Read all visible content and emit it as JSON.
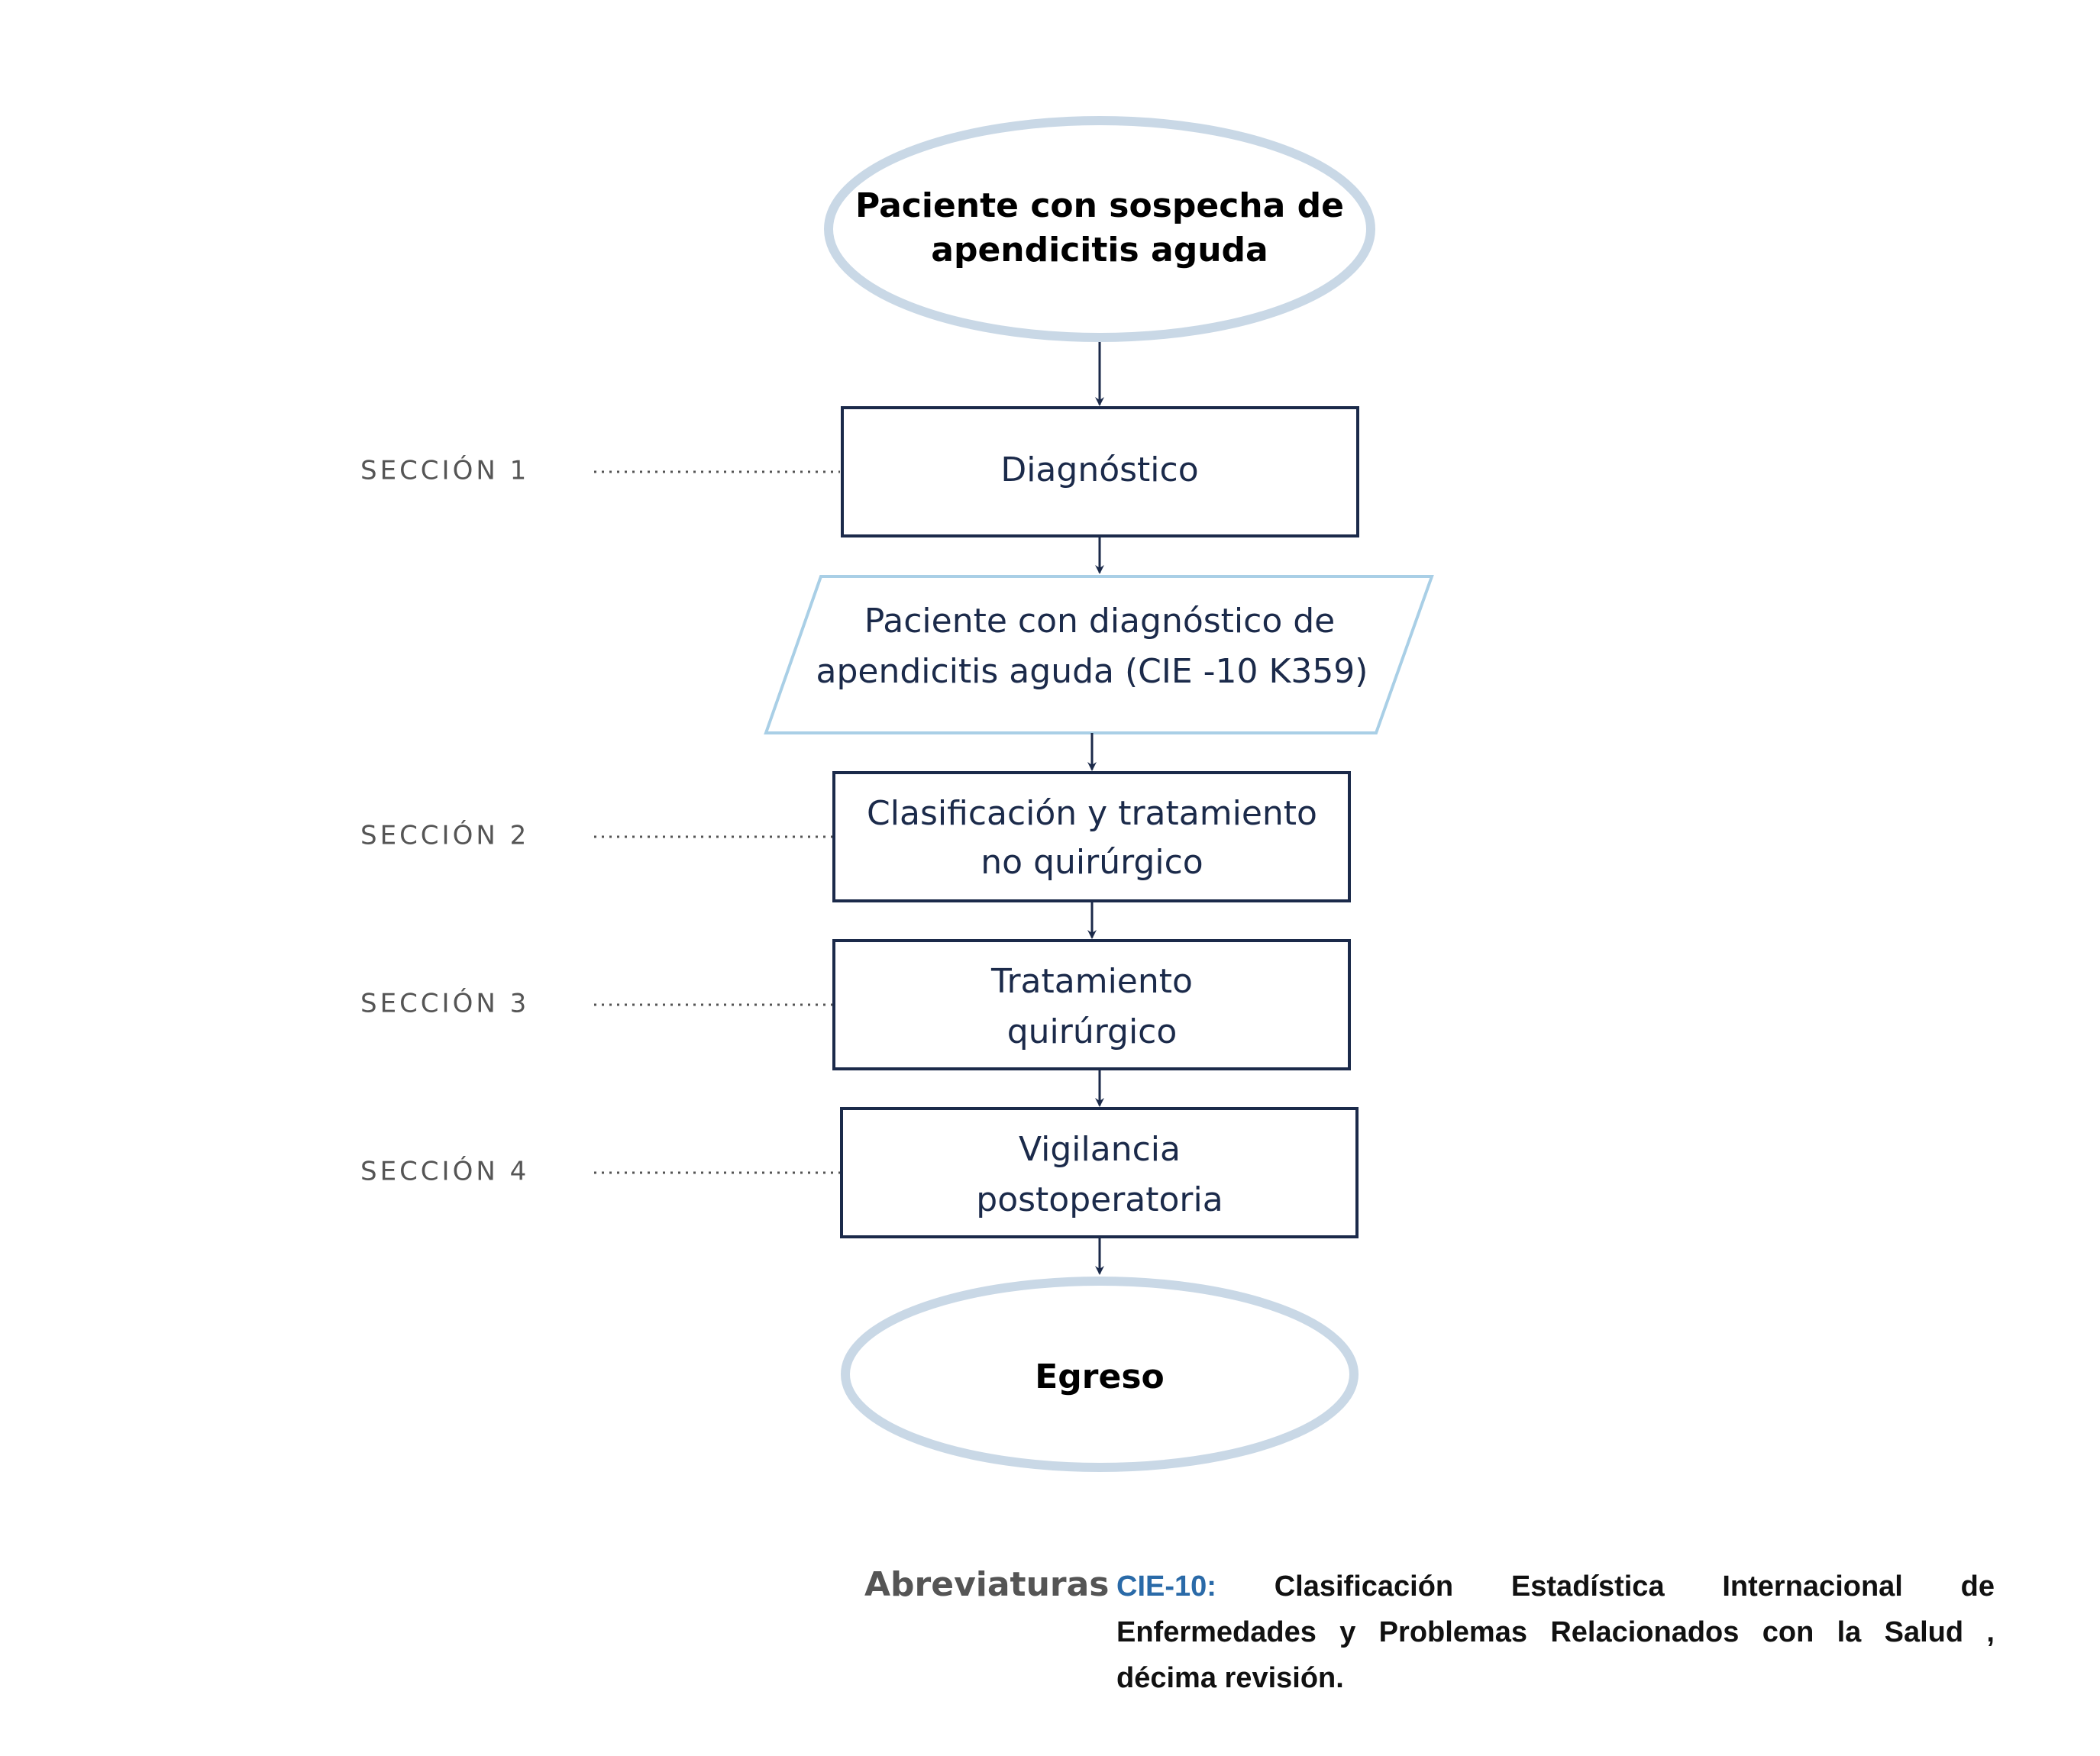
{
  "nodes": {
    "start": {
      "line1": "Paciente con sospecha de",
      "line2": "apendicitis aguda"
    },
    "diagnostico": {
      "line1": "Diagnóstico"
    },
    "paciente_diagnostico": {
      "line1": "Paciente con diagnóstico de",
      "line2": "apendicitis aguda (CIE -10 K359)"
    },
    "clasificacion": {
      "line1": "Clasificación y tratamiento",
      "line2": "no quirúrgico"
    },
    "tratamiento": {
      "line1": "Tratamiento",
      "line2": "quirúrgico"
    },
    "vigilancia": {
      "line1": "Vigilancia",
      "line2": "postoperatoria"
    },
    "egreso": {
      "line1": "Egreso"
    }
  },
  "sections": [
    {
      "label": "SECCIÓN 1"
    },
    {
      "label": "SECCIÓN 2"
    },
    {
      "label": "SECCIÓN 3"
    },
    {
      "label": "SECCIÓN 4"
    }
  ],
  "abbreviations": {
    "title": "Abreviaturas",
    "key": "CIE-10:",
    "text": "Clasificación Estadística Internacional de Enfermedades y Problemas Relacionados con la Salud , décima revisión."
  },
  "colors": {
    "terminal_stroke": "#c9d8e6",
    "process_stroke": "#1b2a4a",
    "data_stroke": "#a9cfe6",
    "arrow": "#1b2a4a",
    "abbr_key": "#2a6aa8"
  }
}
